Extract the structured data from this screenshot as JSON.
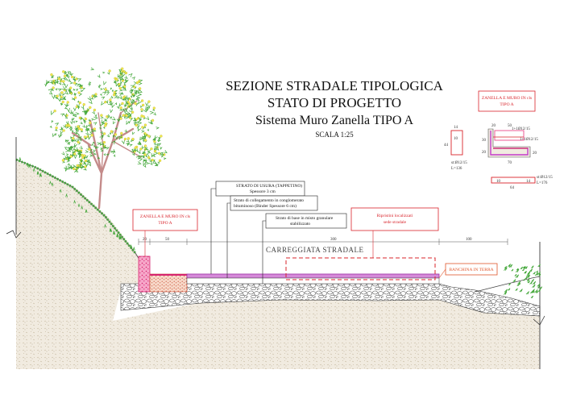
{
  "title": {
    "line1": "SEZIONE STRADALE TIPOLOGICA",
    "line2": "STATO DI PROGETTO",
    "line3": "Sistema Muro Zanella TIPO A",
    "scale": "SCALA 1:25"
  },
  "annotations": {
    "usura_title": "STRATO DI USURA (TAPPETINO)",
    "usura_thickness": "Spessore 3 cm",
    "binder_line1": "Strato di collegamento in conglomerato",
    "binder_line2": "bituminoso (Binder Spessore 6 cm)",
    "base_line1": "Strato di base in misto granulare",
    "base_line2": "stabilizzato",
    "zanella_left_line1": "ZANELLA E MURO IN cls",
    "zanella_left_line2": "TIPO A",
    "ripristini_line1": "Ripristini localizzati",
    "ripristini_line2": "sede stradale",
    "carreggiata": "CARREGGIATA STRADALE",
    "banchina": "BANCHINA IN TERRA"
  },
  "dimensions": {
    "left_20": "20",
    "left_50": "50",
    "road_300": "300",
    "right_100": "100"
  },
  "detail": {
    "title_line1": "ZANELLA E MURO IN cls",
    "title_line2": "TIPO A",
    "bar1_top": "14",
    "bar1_side": "44",
    "bar1_inner": "10",
    "bar1_spec1": "st:Ø12/15",
    "bar1_spec2": "L=136",
    "sec_top_20": "20",
    "sec_top_50": "50",
    "sec_left_20": "20",
    "sec_left_30": "30",
    "sec_right_20": "20",
    "sec_bottom_70": "70",
    "rebar_a": "1+1Ø12/15",
    "rebar_b": "1+1Ø12/15",
    "bar2_left": "10",
    "bar2_right": "14",
    "bar2_bottom": "64",
    "bar2_spec1": "st:Ø12/15",
    "bar2_spec2": "L=176"
  },
  "colors": {
    "road_magenta": "#c23bc9",
    "zanella_pink": "#e94a8b",
    "red_note": "#d9242b",
    "orange_note": "#e0552a",
    "foliage_green": "#3fa535",
    "blossom_yellow": "#f2e94e"
  }
}
